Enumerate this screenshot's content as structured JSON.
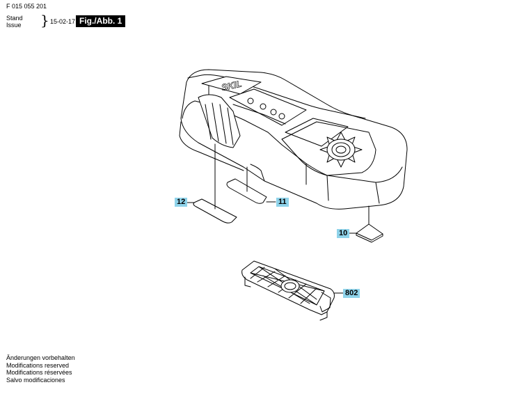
{
  "header": {
    "document_number": "F 015 055 201",
    "stand_label": "Stand",
    "issue_label": "Issue",
    "brace": "}",
    "date": "15-02-17",
    "figure_label": "Fig./Abb. 1"
  },
  "parts": [
    {
      "number": "12"
    },
    {
      "number": "11"
    },
    {
      "number": "10"
    },
    {
      "number": "802"
    }
  ],
  "device": {
    "brand_logo": "SKIL"
  },
  "footer": {
    "lines": [
      "Änderungen vorbehalten",
      "Modifications reserved",
      "Modifications réservées",
      "Salvo modificaciones"
    ]
  },
  "colors": {
    "callout": "#8fd3ea",
    "ink": "#000000",
    "figure_label_bg": "#000000"
  }
}
